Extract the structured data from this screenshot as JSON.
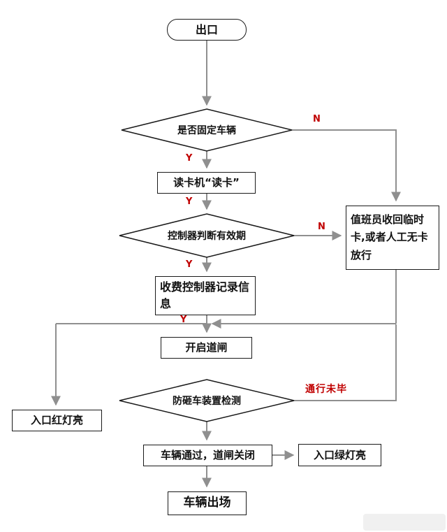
{
  "flowchart": {
    "nodes": {
      "exit": "出口",
      "is_fixed_vehicle": "是否固定车辆",
      "card_reader": "读卡机“读卡”",
      "validity_check": "控制器判断有效期",
      "fee_record": "收费控制器记录信息",
      "open_barrier": "开启道闸",
      "anti_smash_check": "防砸车装置检测",
      "vehicle_pass": "车辆通过，道闸关闭",
      "entrance_green_light": "入口绿灯亮",
      "entrance_red_light": "入口红灯亮",
      "vehicle_out": "车辆出场",
      "attendant_collect": "值班员收回临时卡,或者人工无卡放行"
    },
    "edge_labels": {
      "yes": "Y",
      "no": "N",
      "not_complete": "通行未毕"
    },
    "edges": [
      {
        "from": "exit",
        "to": "is_fixed_vehicle",
        "label": ""
      },
      {
        "from": "is_fixed_vehicle",
        "to": "card_reader",
        "label": "Y"
      },
      {
        "from": "is_fixed_vehicle",
        "to": "attendant_collect",
        "label": "N"
      },
      {
        "from": "card_reader",
        "to": "validity_check",
        "label": "Y"
      },
      {
        "from": "validity_check",
        "to": "fee_record",
        "label": "Y"
      },
      {
        "from": "validity_check",
        "to": "attendant_collect",
        "label": "N"
      },
      {
        "from": "fee_record",
        "to": "open_barrier",
        "label": "Y"
      },
      {
        "from": "attendant_collect",
        "to": "open_barrier",
        "label": ""
      },
      {
        "from": "open_barrier",
        "to": "anti_smash_check",
        "label": ""
      },
      {
        "from": "anti_smash_check",
        "to": "open_barrier",
        "label": "通行未毕"
      },
      {
        "from": "open_barrier_junction",
        "to": "entrance_red_light",
        "label": ""
      },
      {
        "from": "anti_smash_check",
        "to": "vehicle_pass",
        "label": ""
      },
      {
        "from": "vehicle_pass",
        "to": "entrance_green_light",
        "label": ""
      },
      {
        "from": "vehicle_pass",
        "to": "vehicle_out",
        "label": ""
      }
    ],
    "colors": {
      "line": "#8f8f8f",
      "edge_label": "#c00000",
      "node_border": "#1a1a1a",
      "background": "#ffffff"
    }
  }
}
